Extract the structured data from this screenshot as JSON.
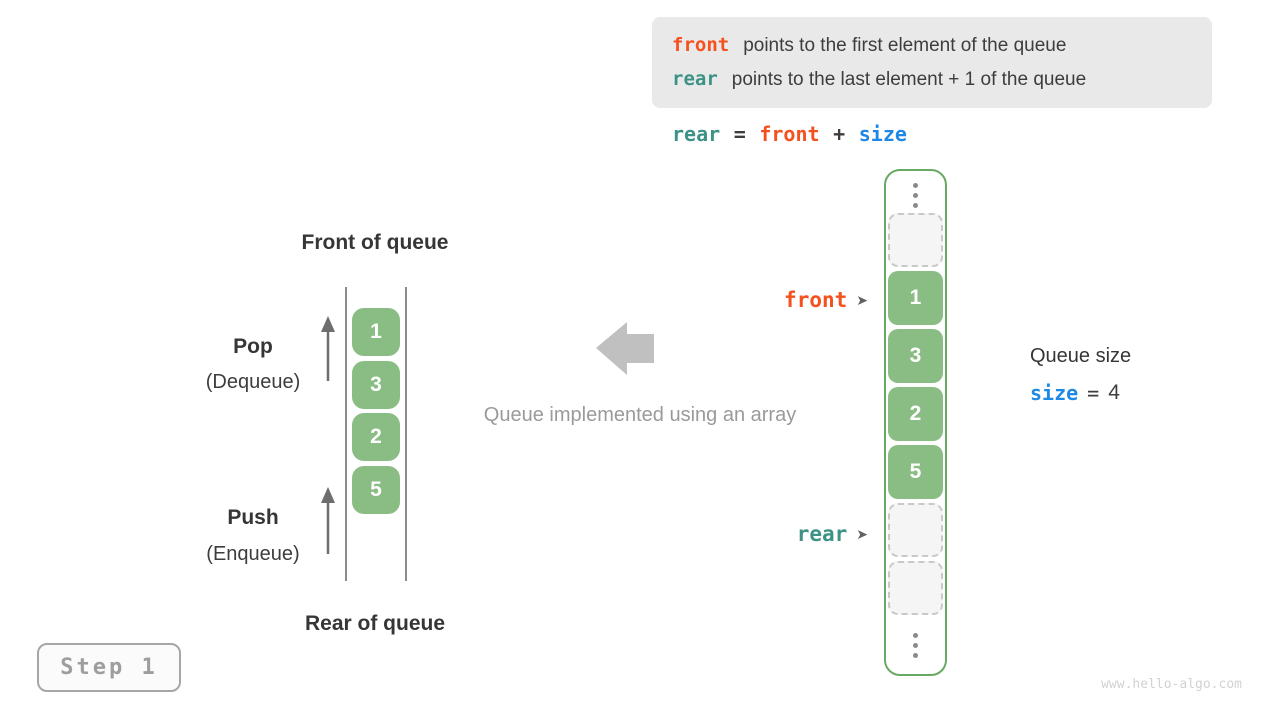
{
  "legend": {
    "lines": [
      {
        "token": "front",
        "text": "points to the first element of the queue"
      },
      {
        "token": "rear",
        "text": "points to the last element + 1 of the queue"
      }
    ]
  },
  "formula": {
    "lhs": "rear",
    "equals": "=",
    "op1": "front",
    "plus": "+",
    "op2": "size"
  },
  "queue": {
    "front_label": "Front of queue",
    "rear_label": "Rear of queue",
    "pop_title": "Pop",
    "pop_subtitle": "(Dequeue)",
    "push_title": "Push",
    "push_subtitle": "(Enqueue)",
    "values": [
      "1",
      "3",
      "2",
      "5"
    ]
  },
  "center_caption": "Queue implemented using an array",
  "array": {
    "front_pointer": "front",
    "rear_pointer": "rear",
    "pointer_glyph": "➤",
    "cells": [
      {
        "state": "empty",
        "value": ""
      },
      {
        "state": "filled",
        "value": "1"
      },
      {
        "state": "filled",
        "value": "3"
      },
      {
        "state": "filled",
        "value": "2"
      },
      {
        "state": "filled",
        "value": "5"
      },
      {
        "state": "empty",
        "value": ""
      },
      {
        "state": "empty",
        "value": ""
      }
    ]
  },
  "size_panel": {
    "title": "Queue size",
    "variable": "size",
    "equals": "=",
    "value": "4"
  },
  "step_badge": "Step 1",
  "watermark": "www.hello-algo.com",
  "colors": {
    "front_orange": "#F4511E",
    "rear_teal": "#3C9285",
    "size_blue": "#1E88E5",
    "cell_green": "#8ABD84",
    "array_border_green": "#68A963",
    "legend_bg": "#E9E9E9",
    "muted_gray": "#9E9E9E",
    "dark_text": "#3D3D3D"
  }
}
